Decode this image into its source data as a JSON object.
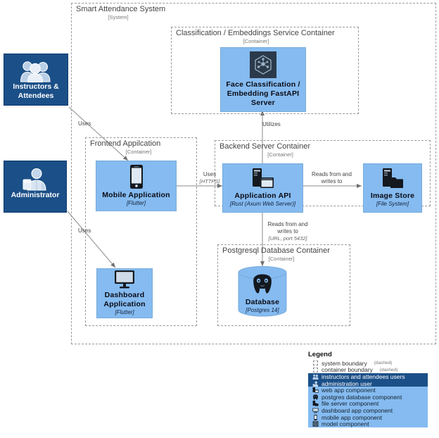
{
  "diagram": {
    "system_boundary": {
      "title": "Smart Attendance System",
      "subtitle": "[System]"
    },
    "boundaries": [
      {
        "id": "classification",
        "title": "Classification / Embeddings Service Container",
        "subtitle": "[Container]"
      },
      {
        "id": "frontend",
        "title": "Frontend Appilcation",
        "subtitle": "[Container]"
      },
      {
        "id": "backend",
        "title": "Backend Server Container",
        "subtitle": "[Container]"
      },
      {
        "id": "database",
        "title": "Postgresql Database Container",
        "subtitle": "[Container]"
      }
    ],
    "people": [
      {
        "id": "instructors",
        "label": "Instructors  &  Attendees",
        "icon": "users-icon"
      },
      {
        "id": "administrator",
        "label": "Administrator",
        "icon": "admin-user-icon"
      }
    ],
    "components": [
      {
        "id": "model",
        "label": "Face  Classification  /  Embedding  FastAPI  Server",
        "tech": "",
        "icon": "model-icon"
      },
      {
        "id": "mobile",
        "label": "Mobile  Application",
        "tech": "[Flutter]",
        "icon": "mobile-app-icon"
      },
      {
        "id": "api",
        "label": "Application  API",
        "tech": "[Rust  (Axum  Web  Server)]",
        "icon": "web-app-icon"
      },
      {
        "id": "imagestore",
        "label": "Image  Store",
        "tech": "[File  System]",
        "icon": "file-server-icon"
      },
      {
        "id": "dashboard",
        "label": "Dashboard Application",
        "tech": "[Flutter]",
        "icon": "dashboard-app-icon"
      },
      {
        "id": "db",
        "label": "Database",
        "tech": "[Postgres  14]",
        "icon": "postgres-icon"
      }
    ],
    "edges": [
      {
        "id": "instructors-mobile",
        "label": "Uses",
        "tech": ""
      },
      {
        "id": "admin-dashboard",
        "label": "Uses",
        "tech": ""
      },
      {
        "id": "mobile-api",
        "label": "Uses",
        "tech": "[HTTPS]"
      },
      {
        "id": "api-imagestore",
        "label": "Reads  from  and writes    to",
        "tech": ""
      },
      {
        "id": "api-db",
        "label": "Reads  from  and writes    to",
        "tech": "[URL,  port  5432]"
      },
      {
        "id": "api-model",
        "label": "Utilizes",
        "tech": ""
      }
    ]
  },
  "legend": {
    "title": "Legend",
    "rows": [
      {
        "label": "system boundary",
        "note": "(dashed)",
        "style": "plain",
        "icon": "dashed-square-icon"
      },
      {
        "label": "container boundary",
        "note": "(dashed)",
        "style": "plain",
        "icon": "dashed-square-icon"
      },
      {
        "label": "instructors and attendees users",
        "note": "",
        "style": "dark",
        "icon": "users-icon"
      },
      {
        "label": "administration user",
        "note": "",
        "style": "dark",
        "icon": "admin-user-icon"
      },
      {
        "label": "web app component",
        "note": "",
        "style": "light",
        "icon": "web-app-icon"
      },
      {
        "label": "postgres database component",
        "note": "",
        "style": "light",
        "icon": "postgres-icon"
      },
      {
        "label": "file server component",
        "note": "",
        "style": "light",
        "icon": "file-server-icon"
      },
      {
        "label": "dashboard app component",
        "note": "",
        "style": "light",
        "icon": "dashboard-app-icon"
      },
      {
        "label": "mobile app component",
        "note": "",
        "style": "light",
        "icon": "mobile-app-icon"
      },
      {
        "label": "model component",
        "note": "",
        "style": "light",
        "icon": "model-icon"
      }
    ]
  },
  "colors": {
    "person_fill": "#1b4f87",
    "container_fill": "#85bbf0",
    "boundary_stroke": "#999999",
    "arrow_stroke": "#707070",
    "text_dark": "#0a0a14"
  }
}
